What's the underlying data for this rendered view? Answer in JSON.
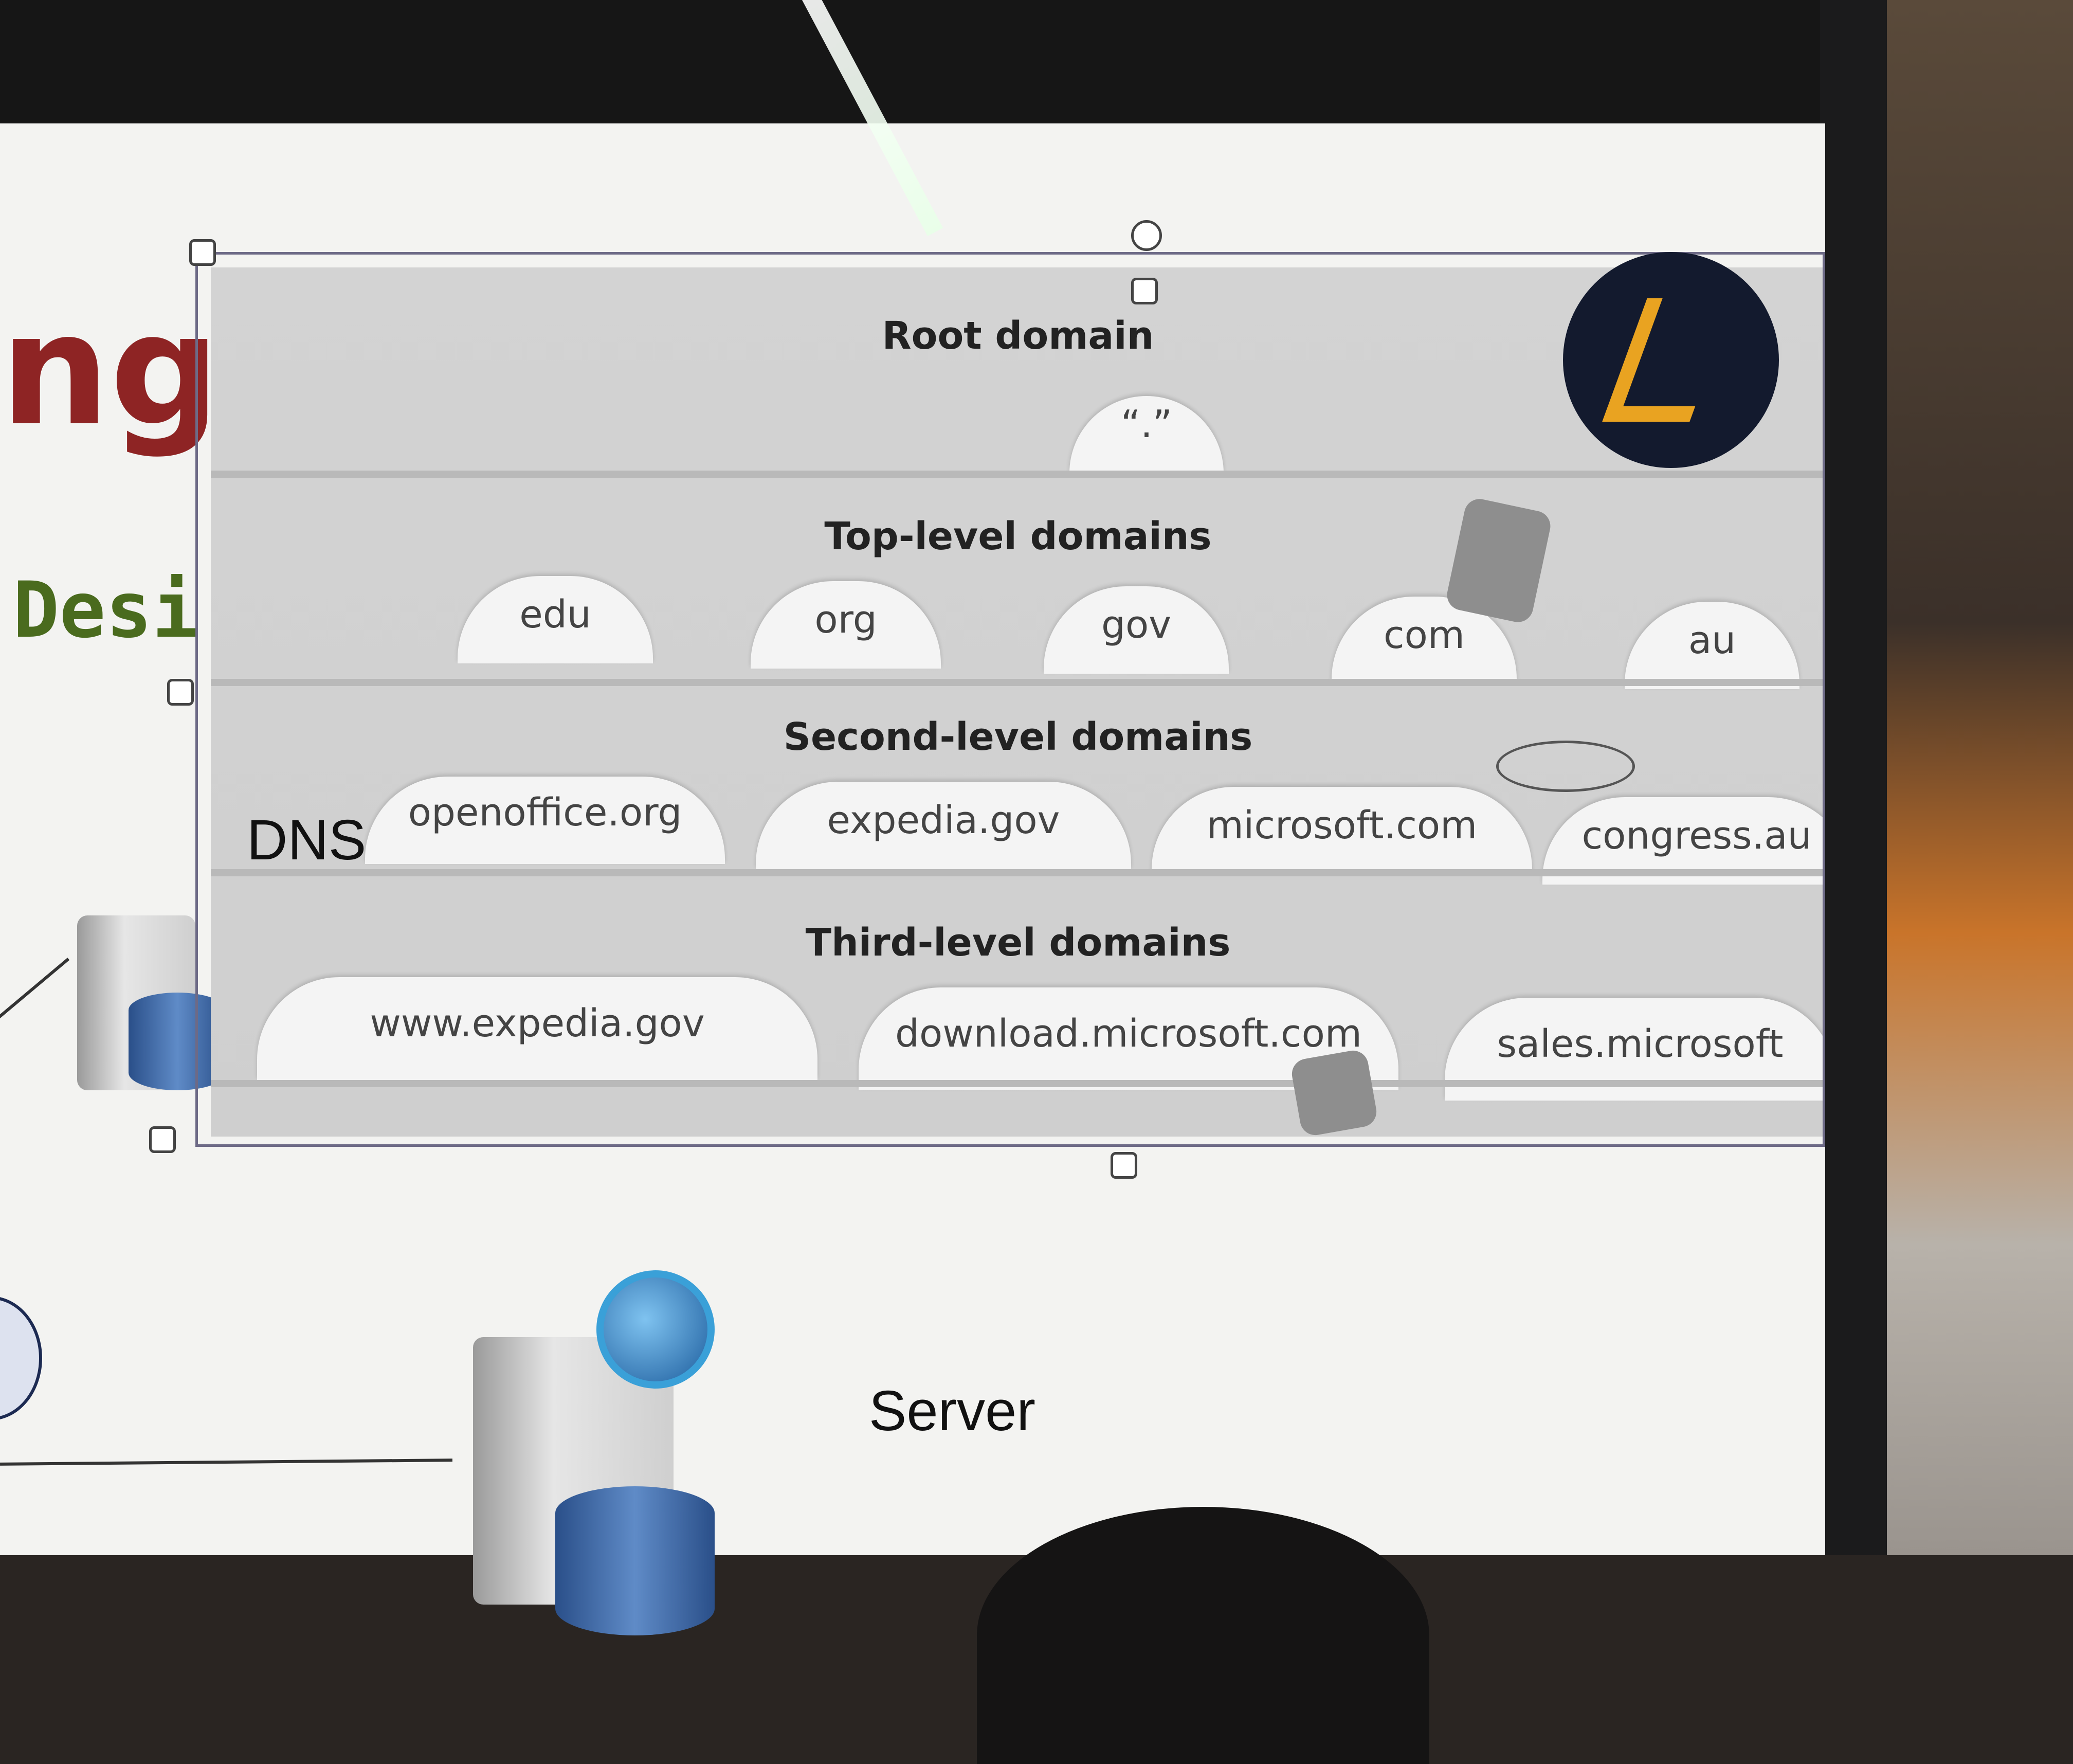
{
  "slide_background_title": "ng",
  "slide_background_subtitle": "Desi",
  "diagram": {
    "root": {
      "title": "Root domain",
      "tabs": [
        "“.”"
      ]
    },
    "top_level": {
      "title": "Top-level domains",
      "tabs": [
        "edu",
        "org",
        "gov",
        "com",
        "au"
      ]
    },
    "second_level": {
      "title": "Second-level domains",
      "tabs": [
        "openoffice.org",
        "expedia.gov",
        "microsoft.com",
        "congress.au"
      ]
    },
    "third_level": {
      "title": "Third-level domains",
      "tabs": [
        "www.expedia.gov",
        "download.microsoft.com",
        "sales.microsoft"
      ]
    }
  },
  "labels": {
    "dns": "DNS",
    "server": "Server"
  },
  "colors": {
    "title_red": "#8e2424",
    "subtitle_green": "#4a6b1e",
    "logo_bg": "#131a2e",
    "logo_accent": "#e9a321"
  }
}
